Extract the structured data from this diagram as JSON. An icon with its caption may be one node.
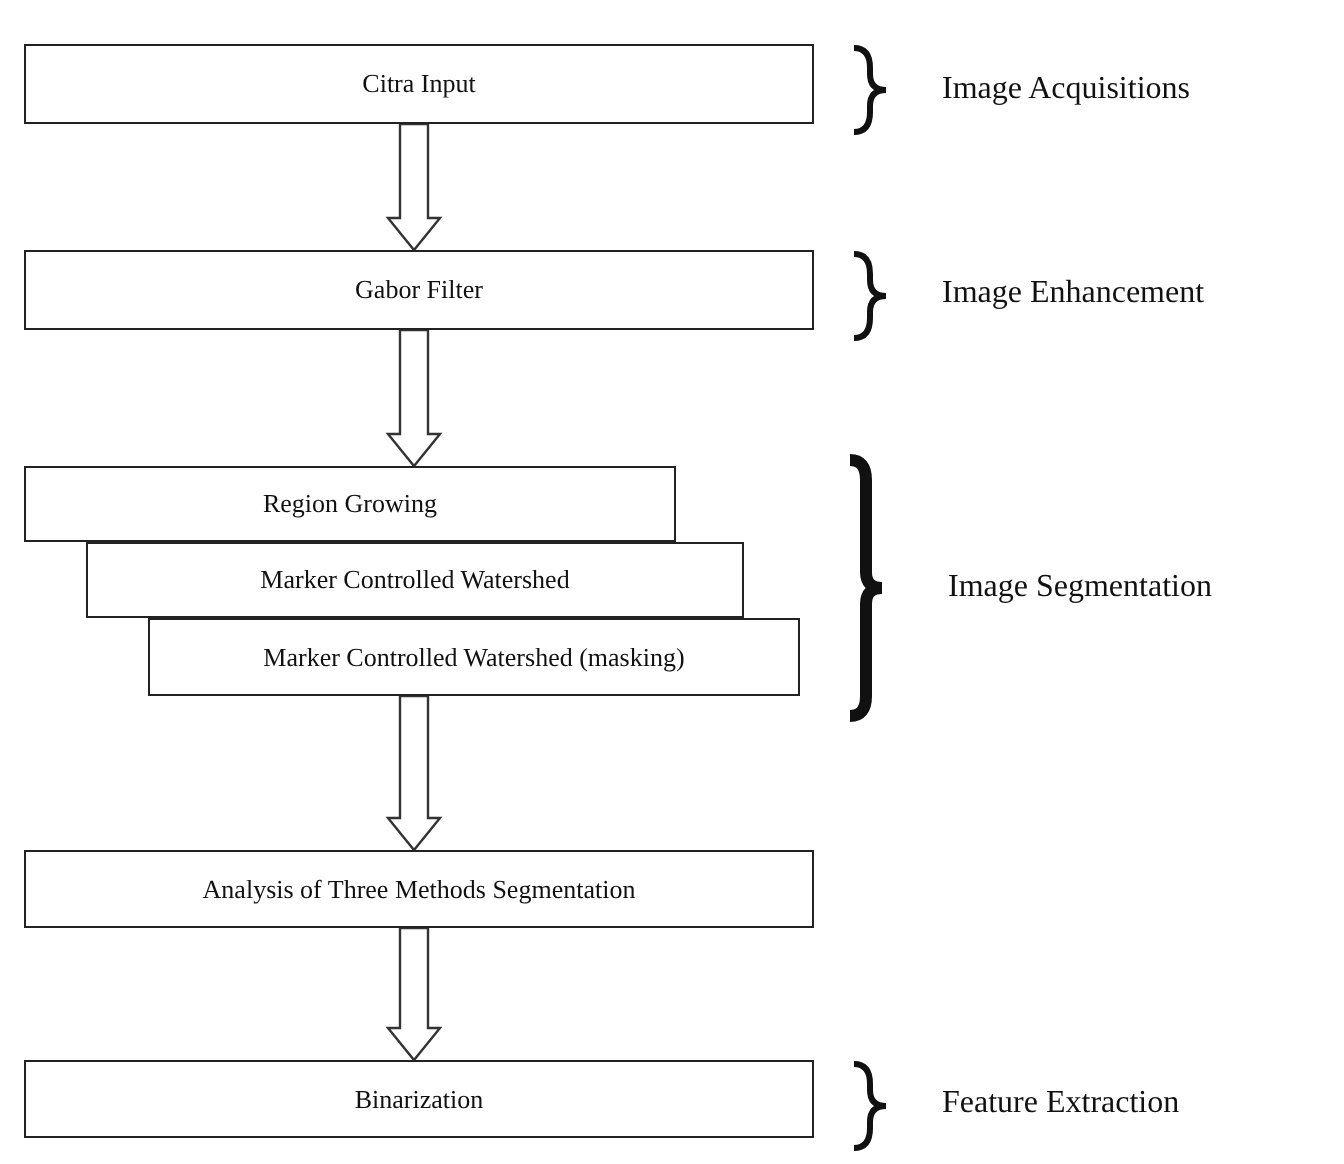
{
  "diagram": {
    "nodes": [
      {
        "text": [
          "Citra Input"
        ]
      },
      {
        "text": [
          "Gabor Filter"
        ]
      },
      {
        "text": [
          "Region Growing"
        ]
      },
      {
        "text": [
          "Marker Controlled Watershed"
        ]
      },
      {
        "text": [
          "Marker Controlled Watershed (masking)"
        ]
      },
      {
        "text": [
          "Analysis of Three Methods Segmentation"
        ]
      },
      {
        "text": [
          "Binarization"
        ]
      }
    ],
    "edges": [
      {
        "from": 0,
        "to": 1,
        "arrow": "to"
      },
      {
        "from": 1,
        "to": 2,
        "arrow": "to"
      },
      {
        "from": 4,
        "to": 5,
        "arrow": "to"
      },
      {
        "from": 5,
        "to": 6,
        "arrow": "to"
      }
    ],
    "labels": [
      "Image Acquisitions",
      "Image Enhancement",
      "Image Segmentation",
      "Feature Extraction"
    ]
  }
}
